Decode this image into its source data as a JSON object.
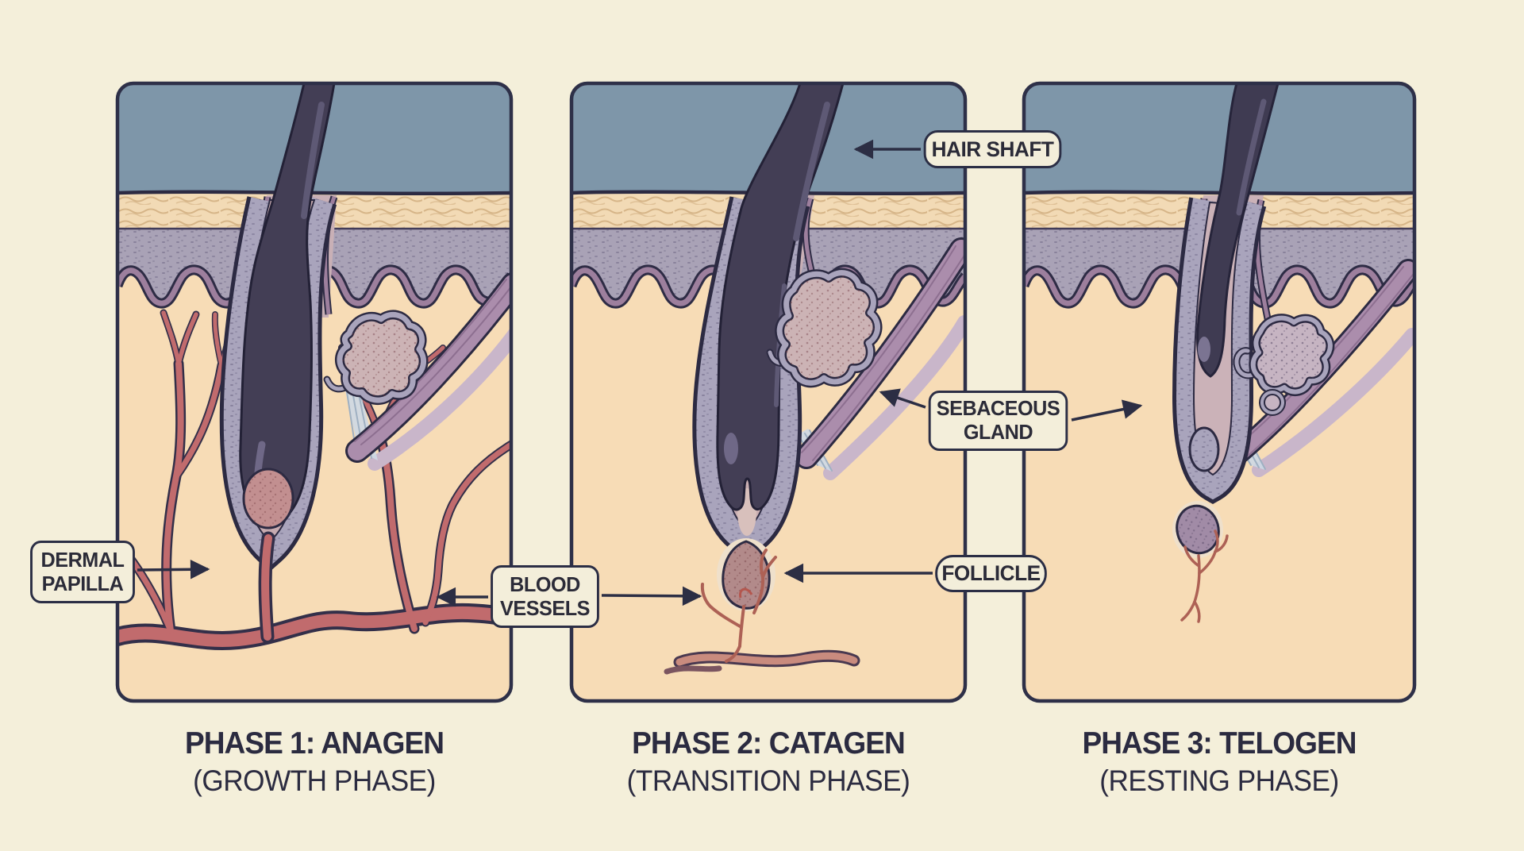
{
  "figure": {
    "subject": "hair growth cycle cross-section diagram",
    "panel_count": 3
  },
  "palette": {
    "page_background": "#f4efda",
    "panel_border": "#2e3048",
    "sky": "#7e96a9",
    "stratum_corneum": "#f2dab5",
    "epidermis": "#a9a2b6",
    "epidermis_ribbon": "#9d7f9d",
    "dermis": "#f7dcb6",
    "hair": "#433e55",
    "sheath_outer": "#a9a4bc",
    "sheath_inner": "#c7abb0",
    "papilla_anagen": "#c28f90",
    "papilla_catagen": "#b28a8a",
    "papilla_telogen": "#a18ba6",
    "blood_vessel": "#c16b6d",
    "muscle": "#ab8dac",
    "gland_inner": "#ccb3b5",
    "label_background": "#f3eeda",
    "label_border": "#2b2e45",
    "text": "#2b2b3c"
  },
  "annotations": {
    "hair_shaft": {
      "label": "HAIR SHAFT"
    },
    "sebaceous_gland": {
      "line1": "SEBACEOUS",
      "line2": "GLAND"
    },
    "follicle": {
      "label": "FOLLICLE"
    },
    "blood_vessels": {
      "line1": "BLOOD",
      "line2": "VESSELS"
    },
    "dermal_papilla": {
      "line1": "DERMAL",
      "line2": "PAPILLA"
    }
  },
  "phases": [
    {
      "title": "PHASE 1: ANAGEN",
      "subtitle": "(GROWTH PHASE)"
    },
    {
      "title": "PHASE 2: CATAGEN",
      "subtitle": "(TRANSITION PHASE)"
    },
    {
      "title": "PHASE 3: TELOGEN",
      "subtitle": "(RESTING PHASE)"
    }
  ]
}
